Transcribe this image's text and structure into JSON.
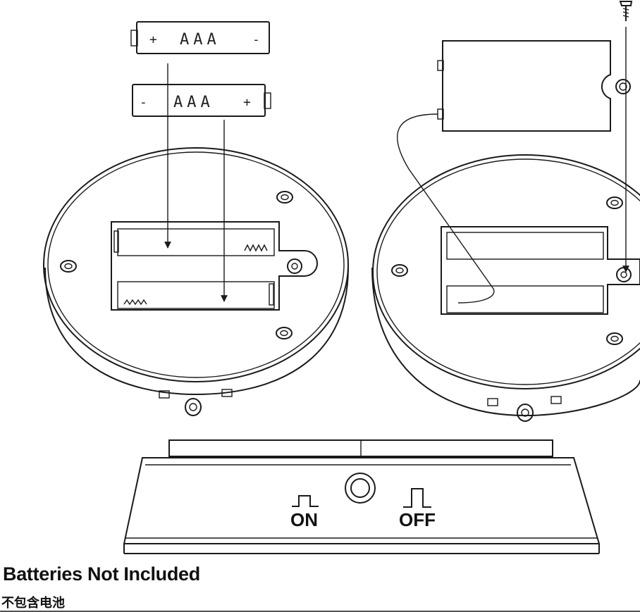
{
  "batteries": {
    "top": {
      "type": "AAA",
      "plus": "+",
      "minus": "-"
    },
    "bottom": {
      "type": "AAA",
      "plus": "+",
      "minus": "-"
    }
  },
  "switch": {
    "on_label": "ON",
    "off_label": "OFF"
  },
  "caption": {
    "english": "Batteries Not Included",
    "chinese": "不包含电池"
  }
}
